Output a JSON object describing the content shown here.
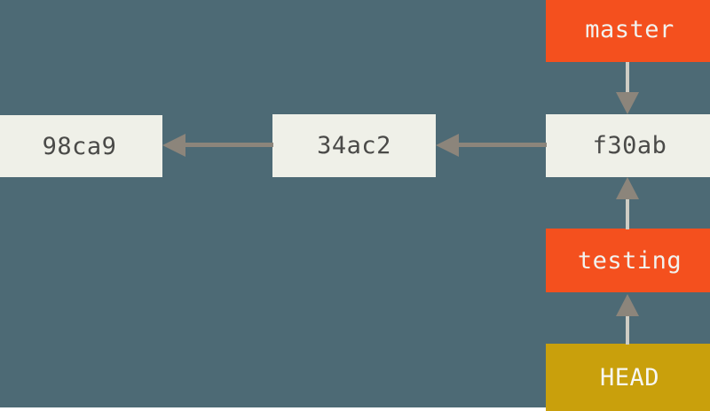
{
  "diagram": {
    "title": "git-branch-history",
    "background_color": "#4d6a75",
    "commit_color": "#eff0e8",
    "branch_color": "#f4501e",
    "head_color": "#c9a00c",
    "arrow_color": "#8c857b",
    "commit_text_color": "#4a4a48",
    "label_text_color": "#f2f2ee"
  },
  "commits": [
    {
      "id": "commit-98ca9",
      "label": "98ca9"
    },
    {
      "id": "commit-34ac2",
      "label": "34ac2"
    },
    {
      "id": "commit-f30ab",
      "label": "f30ab"
    }
  ],
  "branches": [
    {
      "id": "branch-master",
      "label": "master"
    },
    {
      "id": "branch-testing",
      "label": "testing"
    }
  ],
  "pointers": [
    {
      "id": "head-pointer",
      "label": "HEAD"
    }
  ],
  "arrows": [
    {
      "id": "arrow-34ac2-to-98ca9",
      "from": "34ac2",
      "to": "98ca9",
      "direction": "left"
    },
    {
      "id": "arrow-f30ab-to-34ac2",
      "from": "f30ab",
      "to": "34ac2",
      "direction": "left"
    },
    {
      "id": "arrow-master-to-f30ab",
      "from": "master",
      "to": "f30ab",
      "direction": "down"
    },
    {
      "id": "arrow-testing-to-f30ab",
      "from": "testing",
      "to": "f30ab",
      "direction": "up"
    },
    {
      "id": "arrow-head-to-testing",
      "from": "HEAD",
      "to": "testing",
      "direction": "up"
    }
  ]
}
